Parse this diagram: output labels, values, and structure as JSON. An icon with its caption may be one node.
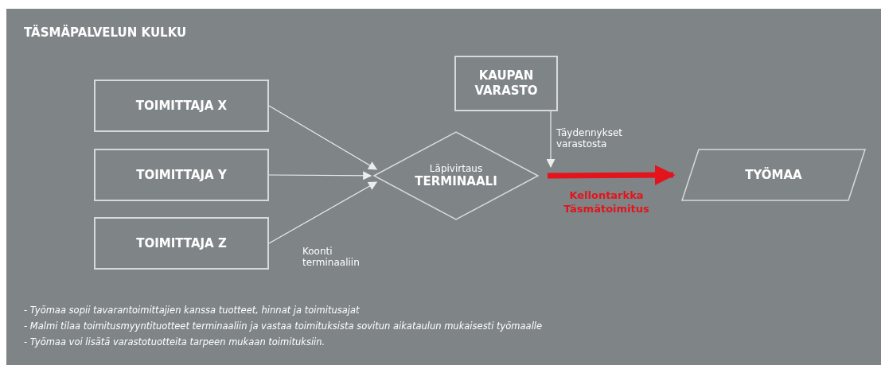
{
  "diagram": {
    "title": "TÄSMÄPALVELUN KULKU",
    "nodes": [
      {
        "text": [
          "TOIMITTAJA X"
        ]
      },
      {
        "text": [
          "TOIMITTAJA Y"
        ]
      },
      {
        "text": [
          "TOIMITTAJA Z"
        ]
      },
      {
        "text": [
          "KAUPAN VARASTO"
        ]
      },
      {
        "text": [
          "Läpivirtaus",
          "TERMINAALI"
        ]
      },
      {
        "text": [
          "TYÖMAA"
        ]
      }
    ],
    "edges": [
      {
        "from": 0,
        "to": 4,
        "arrow": "to"
      },
      {
        "from": 1,
        "to": 4,
        "arrow": "to"
      },
      {
        "from": 2,
        "to": 4,
        "arrow": "to",
        "label": "Koonti terminaaliin"
      },
      {
        "from": 3,
        "to": 4,
        "arrow": "to",
        "label": "Täydennykset varastosta"
      },
      {
        "from": 4,
        "to": 5,
        "arrow": "to",
        "label": "Kellontarkka Täsmätoimitus",
        "style": "thick",
        "color": "#e3141b"
      }
    ],
    "labels": [
      "- Työmaa sopii tavarantoimittajien kanssa tuotteet, hinnat ja toimitusajat",
      "- Malmi tilaa toimitusmyyntituotteet terminaaliin ja vastaa toimituksista sovitun aikataulun mukaisesti työmaalle",
      "- Työmaa voi lisätä varastotuotteita tarpeen mukaan toimituksiin."
    ]
  }
}
